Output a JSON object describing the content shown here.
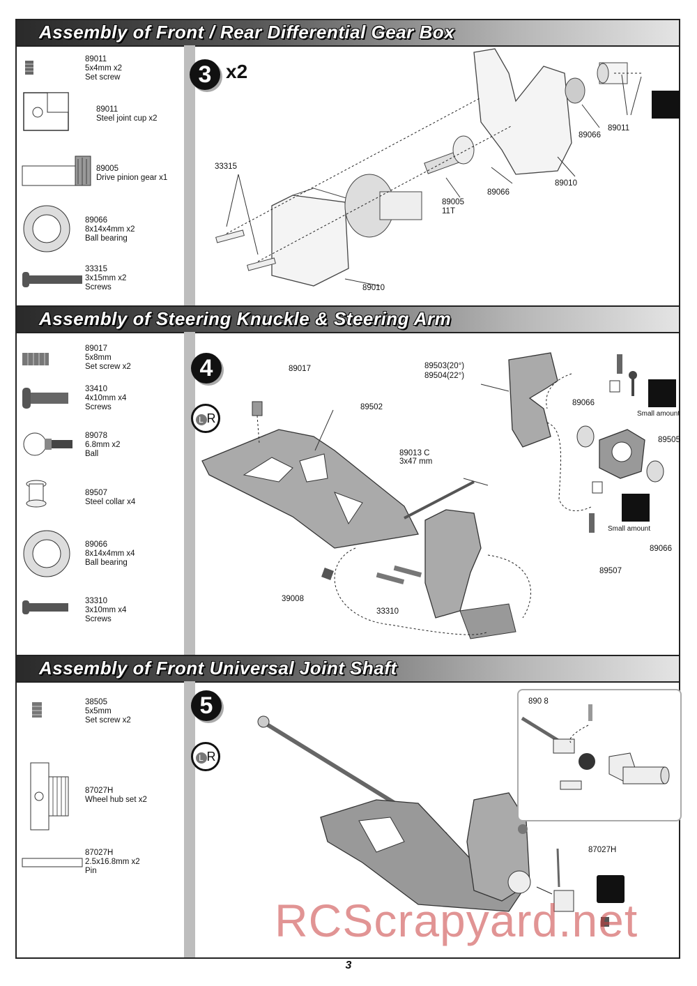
{
  "sections": [
    {
      "title": "Assembly of Front / Rear Differential Gear Box",
      "step": "3",
      "multiplier": "x2",
      "parts": [
        {
          "lines": [
            "89011",
            "5x4mm x2",
            "Set screw"
          ],
          "icon": "set-screw-icon"
        },
        {
          "lines": [
            "89011",
            "Steel joint cup x2"
          ],
          "icon": "joint-cup-icon"
        },
        {
          "lines": [
            "89005",
            "Drive pinion gear x1"
          ],
          "icon": "pinion-gear-icon"
        },
        {
          "lines": [
            "89066",
            "8x14x4mm x2",
            "Ball bearing"
          ],
          "icon": "ball-bearing-icon"
        },
        {
          "lines": [
            "33315",
            "3x15mm x2",
            "Screws"
          ],
          "icon": "screw-icon"
        }
      ],
      "callouts": [
        "33315",
        "89010",
        "89005",
        "11T",
        "89066",
        "89010",
        "89066",
        "89011"
      ]
    },
    {
      "title": "Assembly of Steering Knuckle & Steering Arm",
      "step": "4",
      "lr": [
        "L",
        "R"
      ],
      "parts": [
        {
          "lines": [
            "89017",
            "5x8mm",
            "Set screw x2"
          ],
          "icon": "set-screw-icon"
        },
        {
          "lines": [
            "33410",
            "4x10mm x4",
            "Screws"
          ],
          "icon": "screw-icon"
        },
        {
          "lines": [
            "89078",
            "6.8mm x2",
            "Ball"
          ],
          "icon": "ball-stud-icon"
        },
        {
          "lines": [
            "89507",
            "Steel collar x4"
          ],
          "icon": "steel-collar-icon"
        },
        {
          "lines": [
            "89066",
            "8x14x4mm x4",
            "Ball bearing"
          ],
          "icon": "ball-bearing-icon"
        },
        {
          "lines": [
            "33310",
            "3x10mm x4",
            "Screws"
          ],
          "icon": "screw-icon"
        }
      ],
      "callouts": [
        "89017",
        "89502",
        "89503(20°)",
        "89504(22°)",
        "89066",
        "Small amount",
        "89505",
        "89013 C",
        "3x47 mm",
        "Small amount",
        "89066",
        "89507",
        "39008",
        "33310"
      ]
    },
    {
      "title": "Assembly of Front Universal Joint Shaft",
      "step": "5",
      "lr": [
        "L",
        "R"
      ],
      "parts": [
        {
          "lines": [
            "38505",
            "5x5mm",
            "Set screw x2"
          ],
          "icon": "set-screw-icon"
        },
        {
          "lines": [
            "87027H",
            "Wheel hub set x2"
          ],
          "icon": "wheel-hub-icon"
        },
        {
          "lines": [
            "87027H",
            "2.5x16.8mm x2",
            "Pin"
          ],
          "icon": "pin-icon"
        }
      ],
      "callouts": [
        "890  8",
        "87027H"
      ]
    }
  ],
  "watermark": "RCScrapyard.net",
  "page_number": "3"
}
